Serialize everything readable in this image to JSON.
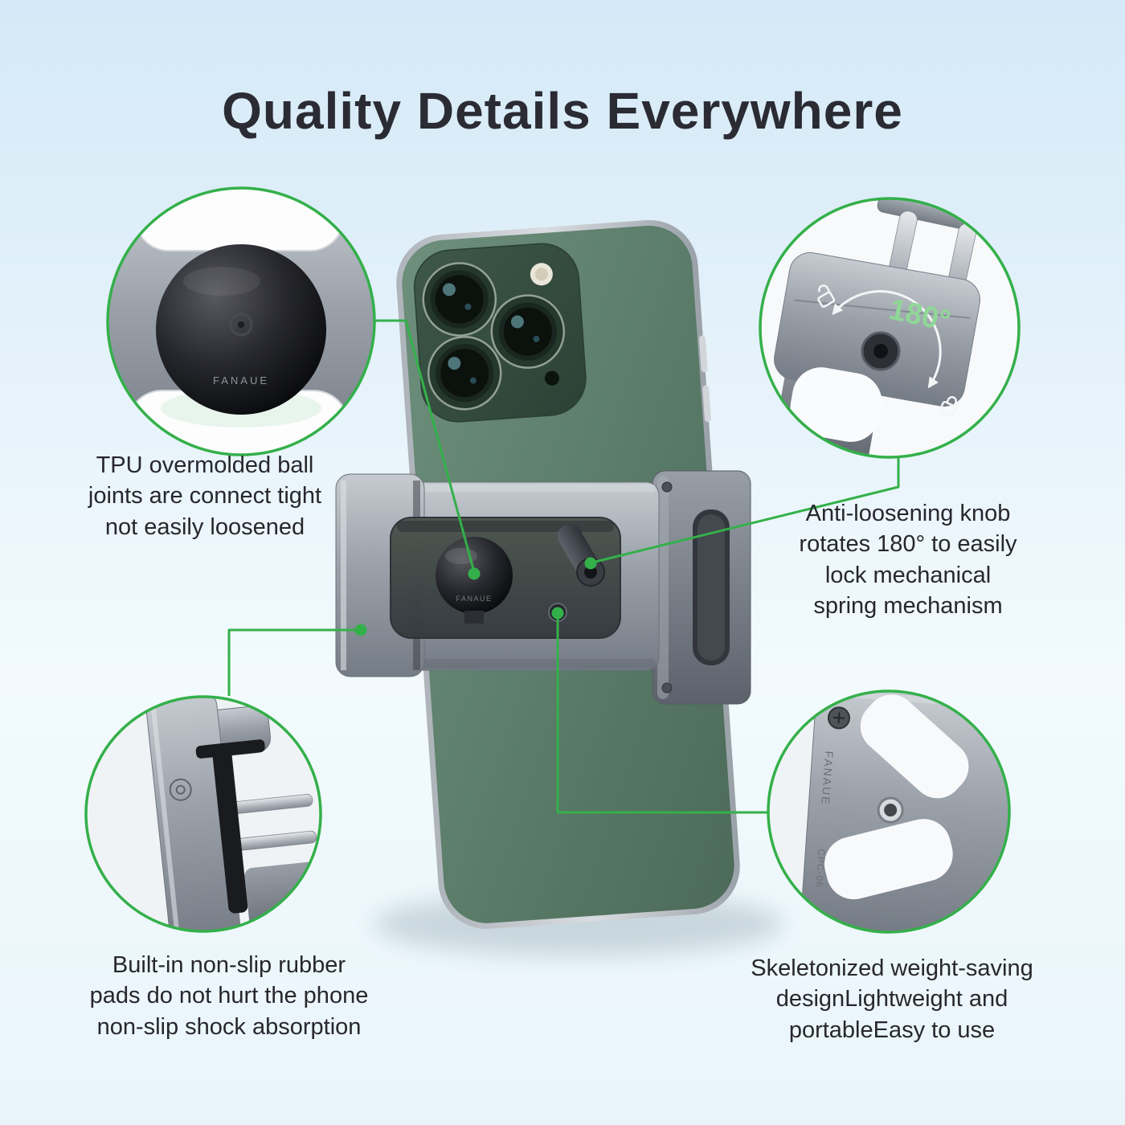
{
  "title": "Quality Details Everywhere",
  "accent_green": "#34b04a",
  "brand": "FANAUE",
  "model": "CPC-06",
  "callouts": {
    "ball_joint": {
      "caption": "TPU overmolded ball\njoints are connect tight\nnot easily loosened"
    },
    "knob": {
      "caption": "Anti-loosening knob\nrotates 180° to easily\nlock mechanical\nspring mechanism",
      "angle_label": "180°"
    },
    "rubber_pads": {
      "caption": "Built-in non-slip rubber\npads do not hurt the phone\nnon-slip shock absorption"
    },
    "skeleton": {
      "caption": "Skeletonized weight-saving\ndesignLightweight and\nportableEasy to use"
    }
  }
}
